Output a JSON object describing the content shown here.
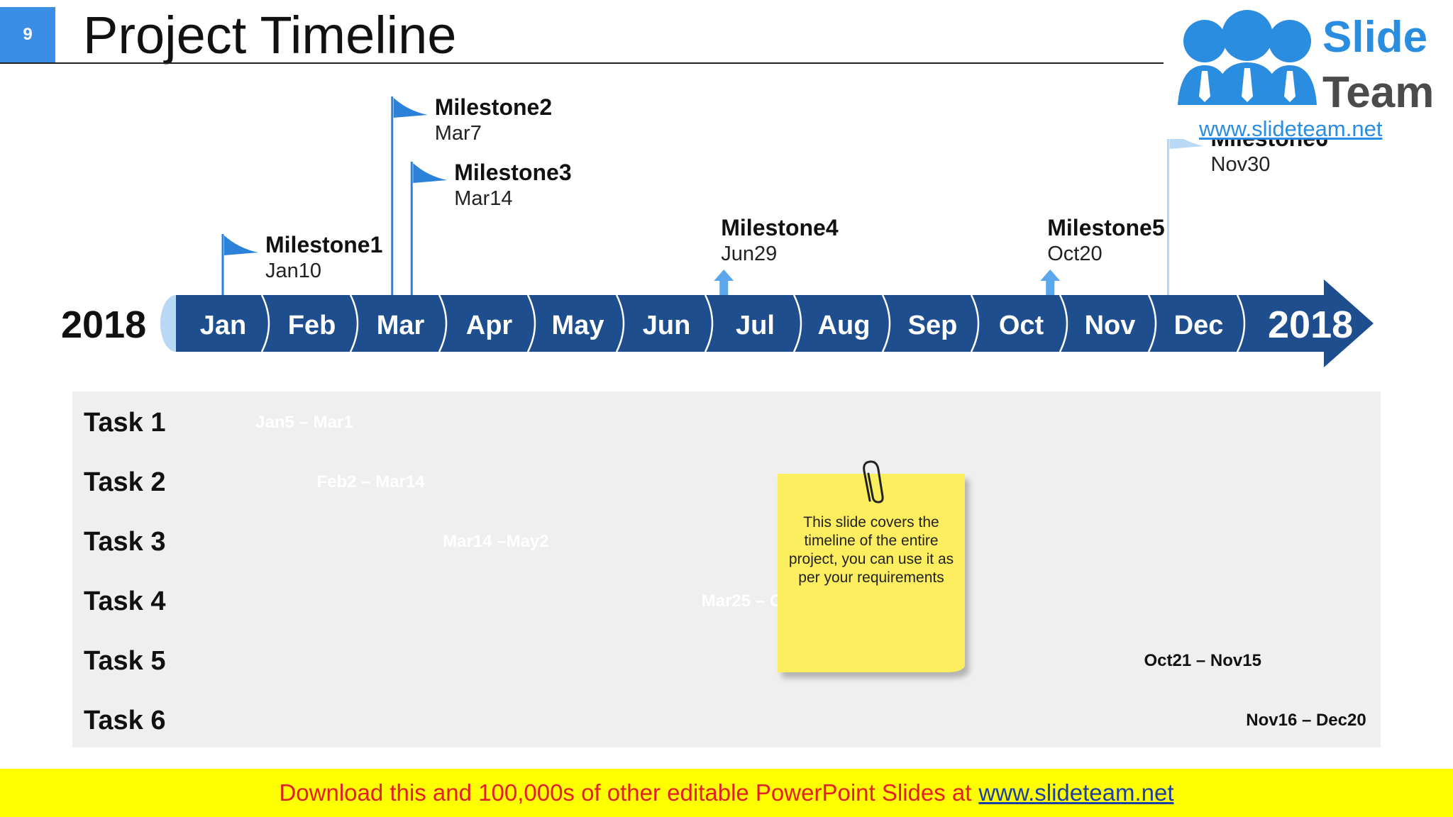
{
  "slide": {
    "number": "9",
    "title": "Project Timeline"
  },
  "logo": {
    "word1": "Slide",
    "word2": "Team",
    "url": "www.slideteam.net"
  },
  "timeline": {
    "year_start": "2018",
    "year_end": "2018",
    "months": [
      "Jan",
      "Feb",
      "Mar",
      "Apr",
      "May",
      "Jun",
      "Jul",
      "Aug",
      "Sep",
      "Oct",
      "Nov",
      "Dec"
    ]
  },
  "milestones": [
    {
      "name": "Milestone1",
      "date": "Jan10",
      "month": 0.32,
      "marker": "flag",
      "level": 1
    },
    {
      "name": "Milestone2",
      "date": "Mar7",
      "month": 2.23,
      "marker": "flag",
      "level": 3
    },
    {
      "name": "Milestone3",
      "date": "Mar14",
      "month": 2.45,
      "marker": "flag",
      "level": 2
    },
    {
      "name": "Milestone4",
      "date": "Jun29",
      "month": 5.97,
      "marker": "arrow",
      "level": 1
    },
    {
      "name": "Milestone5",
      "date": "Oct20",
      "month": 9.65,
      "marker": "arrow",
      "level": 1
    },
    {
      "name": "Milestone6",
      "date": "Nov30",
      "month": 10.98,
      "marker": "flag",
      "level": 4
    }
  ],
  "tasks": [
    {
      "name": "Task 1",
      "range": "Jan5 – Mar1",
      "start": 0.16,
      "end": 2.03,
      "color": "#1a7ad4",
      "label_pos": "inside"
    },
    {
      "name": "Task 2",
      "range": "Feb2 – Mar14",
      "start": 1.06,
      "end": 2.45,
      "color": "#3d95e4",
      "label_pos": "inside"
    },
    {
      "name": "Task 3",
      "range": "Mar14 –May2",
      "start": 2.45,
      "end": 4.06,
      "color": "#1a7ad4",
      "label_pos": "inside"
    },
    {
      "name": "Task 4",
      "range": "Mar25 – Oct20",
      "start": 2.8,
      "end": 9.65,
      "color": "#4a9ae6",
      "label_pos": "inside"
    },
    {
      "name": "Task 5",
      "range": "Oct21 – Nov15",
      "start": 9.68,
      "end": 10.5,
      "color": "#3e8fe0",
      "label_pos": "right"
    },
    {
      "name": "Task 6",
      "range": "Nov16 – Dec20",
      "start": 10.52,
      "end": 11.65,
      "color": "#a9cff6",
      "label_pos": "right"
    }
  ],
  "note": {
    "text": "This slide covers the timeline of the entire project, you can use it as per your requirements"
  },
  "footer": {
    "text": "Download this and 100,000s of other editable PowerPoint Slides at",
    "link": "www.slideteam.net"
  },
  "colors": {
    "timeline": "#1f4e8f",
    "accent": "#3a8ee6",
    "flag": "#2c82d8",
    "flag_light": "#b9d8f6",
    "footer_bg": "#ffff00",
    "footer_text": "#e31e24"
  }
}
